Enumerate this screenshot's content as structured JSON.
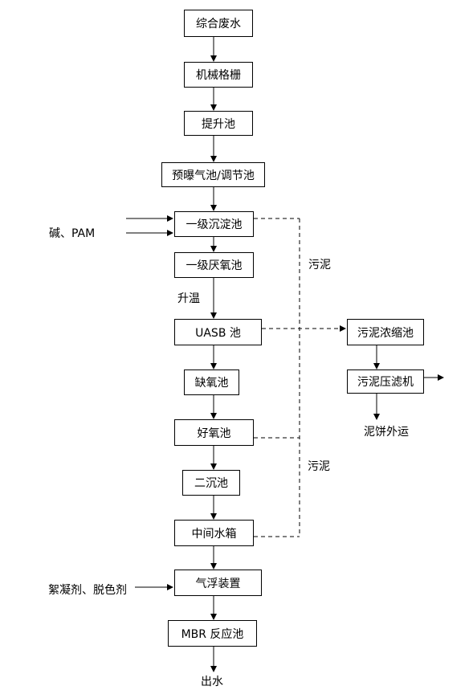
{
  "nodes": {
    "wastewater": "综合废水",
    "screen": "机械格栅",
    "lift": "提升池",
    "aeration": "预曝气池/调节池",
    "primary": "一级沉淀池",
    "anaerobic": "一级厌氧池",
    "uasb": "UASB 池",
    "anoxic": "缺氧池",
    "aerobic": "好氧池",
    "secondary": "二沉池",
    "tank": "中间水箱",
    "flotation": "气浮装置",
    "mbr": "MBR 反应池",
    "thickener": "污泥浓缩池",
    "filterpress": "污泥压滤机"
  },
  "labels": {
    "alkali": "碱、PAM",
    "heating": "升温",
    "sludge_top": "污泥",
    "sludge_bottom": "污泥",
    "flocculant": "絮凝剂、脱色剂",
    "effluent": "出水",
    "cake": "泥饼外运"
  }
}
